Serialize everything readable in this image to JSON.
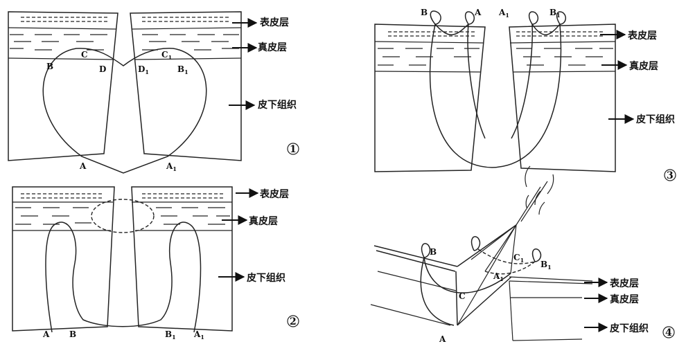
{
  "labels": {
    "epidermis": "表皮层",
    "dermis": "真皮层",
    "subcutaneous": "皮下组织"
  },
  "panels": [
    {
      "number": "1",
      "points": [
        "A",
        "A1",
        "B",
        "B1",
        "C",
        "C1",
        "D",
        "D1"
      ]
    },
    {
      "number": "2",
      "points": [
        "A",
        "B",
        "B1",
        "A1"
      ]
    },
    {
      "number": "3",
      "points": [
        "B",
        "A",
        "A1",
        "B1"
      ]
    },
    {
      "number": "4",
      "points": [
        "B",
        "C",
        "A",
        "A1",
        "C1",
        "B1"
      ]
    }
  ]
}
